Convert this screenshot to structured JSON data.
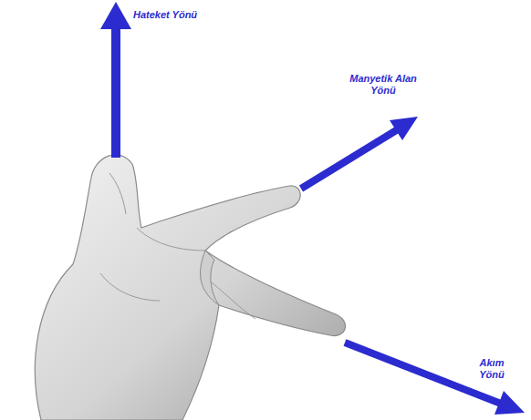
{
  "diagram": {
    "labels": [
      "Hateket Yönü",
      "Manyetik Alan Yönü",
      "Akım Yönü"
    ]
  }
}
